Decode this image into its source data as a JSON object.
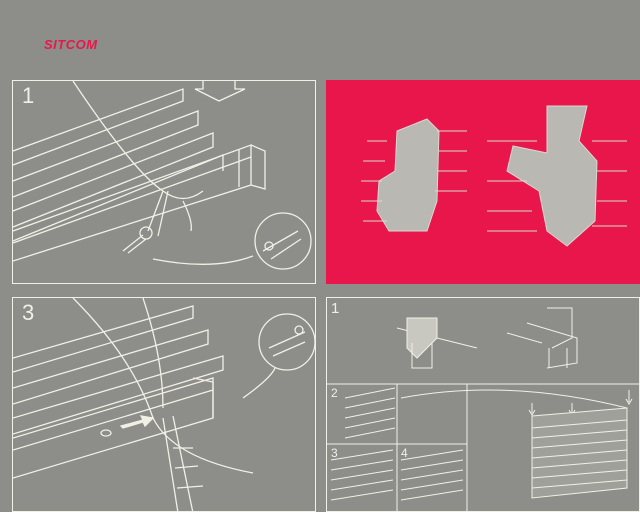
{
  "brand": {
    "name": "SITCOM",
    "color": "#e6194a"
  },
  "colors": {
    "background": "#8d8e89",
    "line": "#f1f0e6",
    "accent_panel": "#e8164a"
  },
  "panels": [
    {
      "number": "1",
      "content": "blind-headrail-cord-cutting",
      "icons": [
        "arrow-down-icon",
        "scissors-icon",
        "cord-tassel-icon"
      ]
    },
    {
      "number": "",
      "content": "exploded-parts-views",
      "icons": [
        "parts-left-icon",
        "parts-right-icon"
      ]
    },
    {
      "number": "3",
      "content": "blind-headrail-cord-cutting",
      "icons": [
        "scissors-icon",
        "arrow-right-icon"
      ]
    },
    {
      "number": "1",
      "sub_steps": [
        "2",
        "3",
        "4"
      ],
      "content": "bracket-mounting-and-ladder",
      "icons": [
        "bracket-icon",
        "arrow-down-icon"
      ]
    }
  ]
}
